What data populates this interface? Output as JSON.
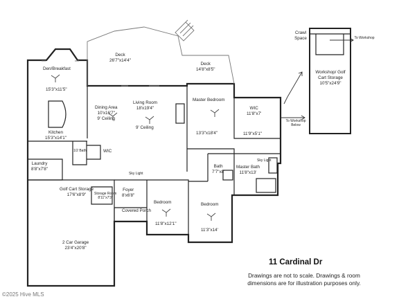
{
  "title": "11 Cardinal Dr",
  "disclaimer": "Drawings are not to scale. Drawings & room dimensions are for illustration purposes only.",
  "watermark": "©2025 Hive MLS",
  "rooms": {
    "deck": {
      "name": "Deck",
      "dims": "26'7\"x14'4\""
    },
    "deck2": {
      "name": "Deck",
      "dims": "14'8\"x8'5\""
    },
    "den": {
      "name": "Den/Breakfast",
      "dims": "15'3\"x11'5\""
    },
    "dining": {
      "name": "Dining Area",
      "dims": "10'x16'7\"",
      "ceiling": "9' Ceiling"
    },
    "living": {
      "name": "Living Room",
      "dims": "18'x19'4\"",
      "ceiling": "9' Ceiling"
    },
    "master_bedroom": {
      "name": "Master Bedroom",
      "dims": "13'3\"x18'4\""
    },
    "wic_master": {
      "name": "WIC",
      "dims": "11'8\"x7'"
    },
    "wic_master2": {
      "dims": "11'9\"x5'1\""
    },
    "kitchen": {
      "name": "Kitchen",
      "dims": "15'3\"x14'1\""
    },
    "half_bath": {
      "name": "1/2 Bath"
    },
    "wic": {
      "name": "WIC"
    },
    "laundry": {
      "name": "Laundry",
      "dims": "8'8\"x7'8\""
    },
    "bath": {
      "name": "Bath",
      "dims": "7'7\"x8'"
    },
    "master_bath": {
      "name": "Master Bath",
      "dims": "11'8\"x13'"
    },
    "sky_light": {
      "name": "Sky Light"
    },
    "sky_light2": {
      "name": "Sky Light"
    },
    "golf_cart": {
      "name": "Golf Cart Storage",
      "dims": "17'6\"x8'9\""
    },
    "storage": {
      "name": "Storage Room",
      "dims": "8'11\"x7'3\""
    },
    "foyer": {
      "name": "Foyer",
      "dims": "8'x6'8\""
    },
    "covered_porch": {
      "name": "Covered Porch"
    },
    "garage": {
      "name": "2 Car Garage",
      "dims": "23'4\"x20'8\""
    },
    "bedroom1": {
      "name": "Bedroom",
      "dims": "11'8\"x12'1\""
    },
    "bedroom2": {
      "name": "Bedroom",
      "dims": "11'3\"x14'"
    },
    "crawl_space": {
      "name": "Crawl Space"
    },
    "to_workshop": {
      "name": "To Workshop"
    },
    "to_workshop_below": {
      "name": "To Workshop Below"
    },
    "workshop": {
      "name": "Workshop/ Golf Cart Storage",
      "dims": "10'5\"x24'9\""
    }
  }
}
